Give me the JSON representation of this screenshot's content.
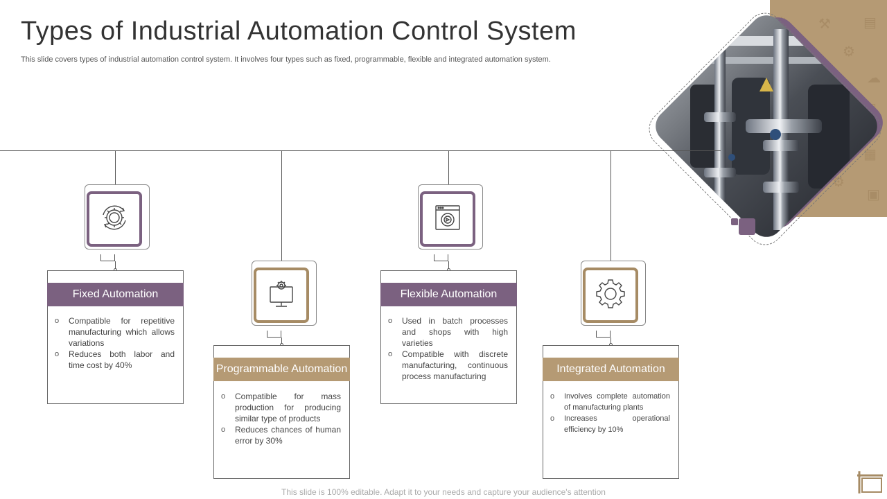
{
  "title": "Types of Industrial Automation Control System",
  "subtitle": "This slide covers types of industrial automation control system. It involves four types such as fixed, programmable, flexible and integrated automation system.",
  "footer": "This slide is 100% editable. Adapt it to your needs and capture your audience's attention",
  "colors": {
    "purple": "#7b6180",
    "gold": "#b59a74",
    "line": "#555555"
  },
  "cards": [
    {
      "heading": "Fixed Automation",
      "icon": "gear-refresh-icon",
      "accent": "purple",
      "bullets": [
        "Compatible for repetitive manufacturing which allows variations",
        "Reduces both labor and time cost by 40%"
      ]
    },
    {
      "heading": "Programmable Automation",
      "icon": "gear-monitor-icon",
      "accent": "gold",
      "bullets": [
        "Compatible for mass production for producing similar type of products",
        "Reduces chances of human error by 30%"
      ]
    },
    {
      "heading": "Flexible Automation",
      "icon": "gear-window-icon",
      "accent": "purple",
      "bullets": [
        "Used in batch processes and shops with high varieties",
        "Compatible with discrete manufacturing, continuous process manufacturing"
      ]
    },
    {
      "heading": "Integrated Automation",
      "icon": "gear-icon",
      "accent": "gold",
      "bullets": [
        "Involves complete automation of manufacturing plants",
        "Increases operational efficiency by 10%"
      ]
    }
  ]
}
